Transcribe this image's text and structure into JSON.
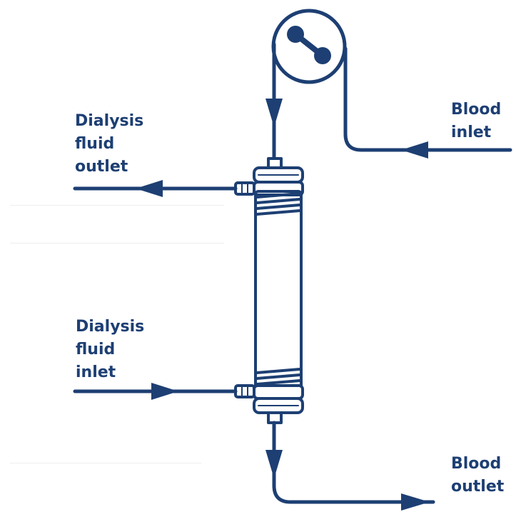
{
  "colors": {
    "navy": "#1d3f73",
    "light_border": "#eeeeee",
    "background": "#ffffff"
  },
  "labels": {
    "dialysis_fluid_outlet": [
      "Dialysis",
      "fluid",
      "outlet"
    ],
    "dialysis_fluid_inlet": [
      "Dialysis",
      "fluid",
      "inlet"
    ],
    "blood_inlet": [
      "Blood",
      "inlet"
    ],
    "blood_outlet": [
      "Blood",
      "outlet"
    ]
  },
  "icons": [
    "pump-icon",
    "dialyzer-icon",
    "arrow-icon"
  ]
}
